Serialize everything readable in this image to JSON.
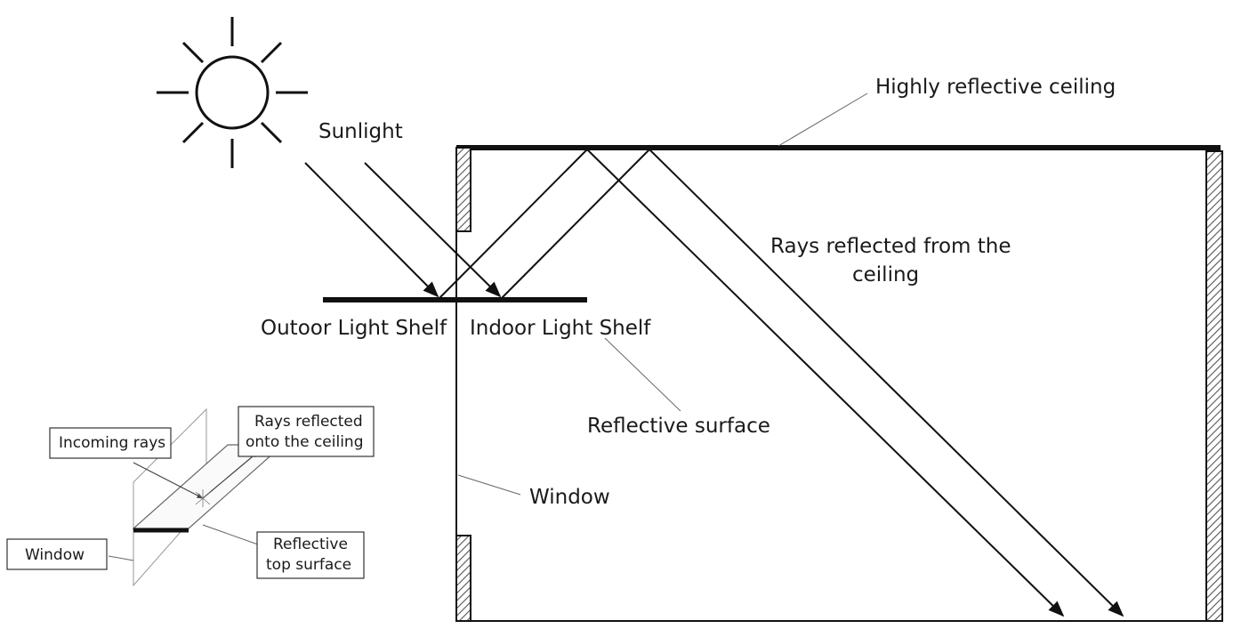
{
  "labels": {
    "sunlight": "Sunlight",
    "ceiling": "Highly reflective ceiling",
    "rays_line1": "Rays reflected from the",
    "rays_line2": "ceiling",
    "outdoor_shelf": "Outoor Light Shelf",
    "indoor_shelf": "Indoor Light Shelf",
    "reflective_surface": "Reflective surface",
    "window": "Window"
  },
  "inset": {
    "incoming_rays": "Incoming rays",
    "rays_onto_line1": "Rays reflected",
    "rays_onto_line2": "onto the ceiling",
    "window": "Window",
    "reflective_top_line1": "Reflective",
    "reflective_top_line2": "top surface"
  },
  "icons": {
    "sun": "sun-icon"
  }
}
